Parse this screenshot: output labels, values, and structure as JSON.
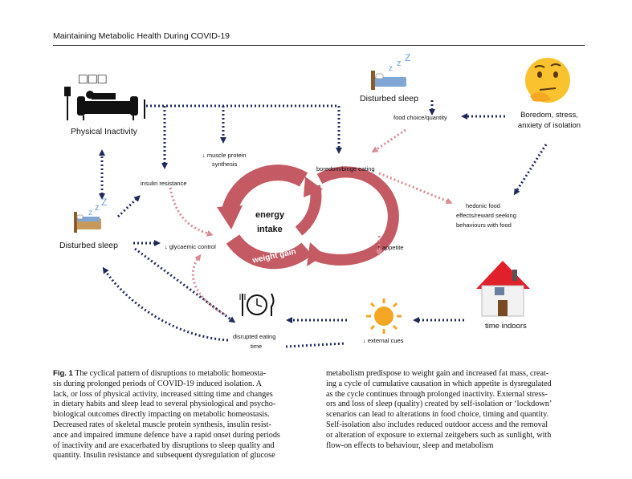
{
  "header": {
    "running_title": "Maintaining Metabolic Health During COVID-19"
  },
  "figure": {
    "glyph_boxes": "□□□",
    "nodes": {
      "physical_inactivity": "Physical Inactivity",
      "disturbed_sleep_left": "Disturbed sleep",
      "disturbed_sleep_top": "Disturbed sleep",
      "boredom_stress": [
        "Boredom, stress,",
        "anxiety of isolation"
      ],
      "time_indoors": "time indoors",
      "muscle_protein": [
        "↓ muscle protein",
        "synthesis"
      ],
      "insulin_resistance": "insulin resistance",
      "glycaemic_control": "↓ glycaemic control",
      "food_choice": "food choice/quantity",
      "boredom_binge": "boredom/binge eating",
      "hedonic_food": [
        "hedonic food",
        "effects/reward seeking",
        "behaviours with food"
      ],
      "appetite": "↑ appetite",
      "disrupted_eating": [
        "disrupted eating",
        "time"
      ],
      "external_cues": "↓ external cues",
      "energy_intake": [
        "energy",
        "intake"
      ],
      "weight_gain": "weight gain"
    },
    "colors": {
      "cycle": "#c45a64",
      "arrow_dark": "#1f2a5c",
      "arrow_pink": "#d98a92"
    }
  },
  "caption": {
    "label": "Fig. 1",
    "left_lines": [
      "The cyclical pattern of disruptions to metabolic homeosta-",
      "sis during prolonged periods of COVID-19 induced isolation. A",
      "lack, or loss of physical activity, increased sitting time and changes",
      "in dietary habits and sleep lead to several physiological and psycho-",
      "biological outcomes directly impacting on metabolic homeostasis.",
      "Decreased rates of skeletal muscle protein synthesis, insulin resist-",
      "ance and impaired immune defence have a rapid onset during periods",
      "of inactivity and are exacerbated by disruptions to sleep quality and",
      "quantity. Insulin resistance and subsequent dysregulation of glucose"
    ],
    "right_lines": [
      "metabolism predispose to weight gain and increased fat mass, creat-",
      "ing a cycle of cumulative causation in which appetite is dysregulated",
      "as the cycle continues through prolonged inactivity. External stress-",
      "ors and loss of sleep (quality) created by self-isolation or ‘lockdown’",
      "scenarios can lead to alterations in food choice, timing and quantity.",
      "Self-isolation also includes reduced outdoor access and the removal",
      "or alteration of exposure to external zeitgebers such as sunlight, with",
      "flow-on effects to behaviour, sleep and metabolism"
    ]
  }
}
